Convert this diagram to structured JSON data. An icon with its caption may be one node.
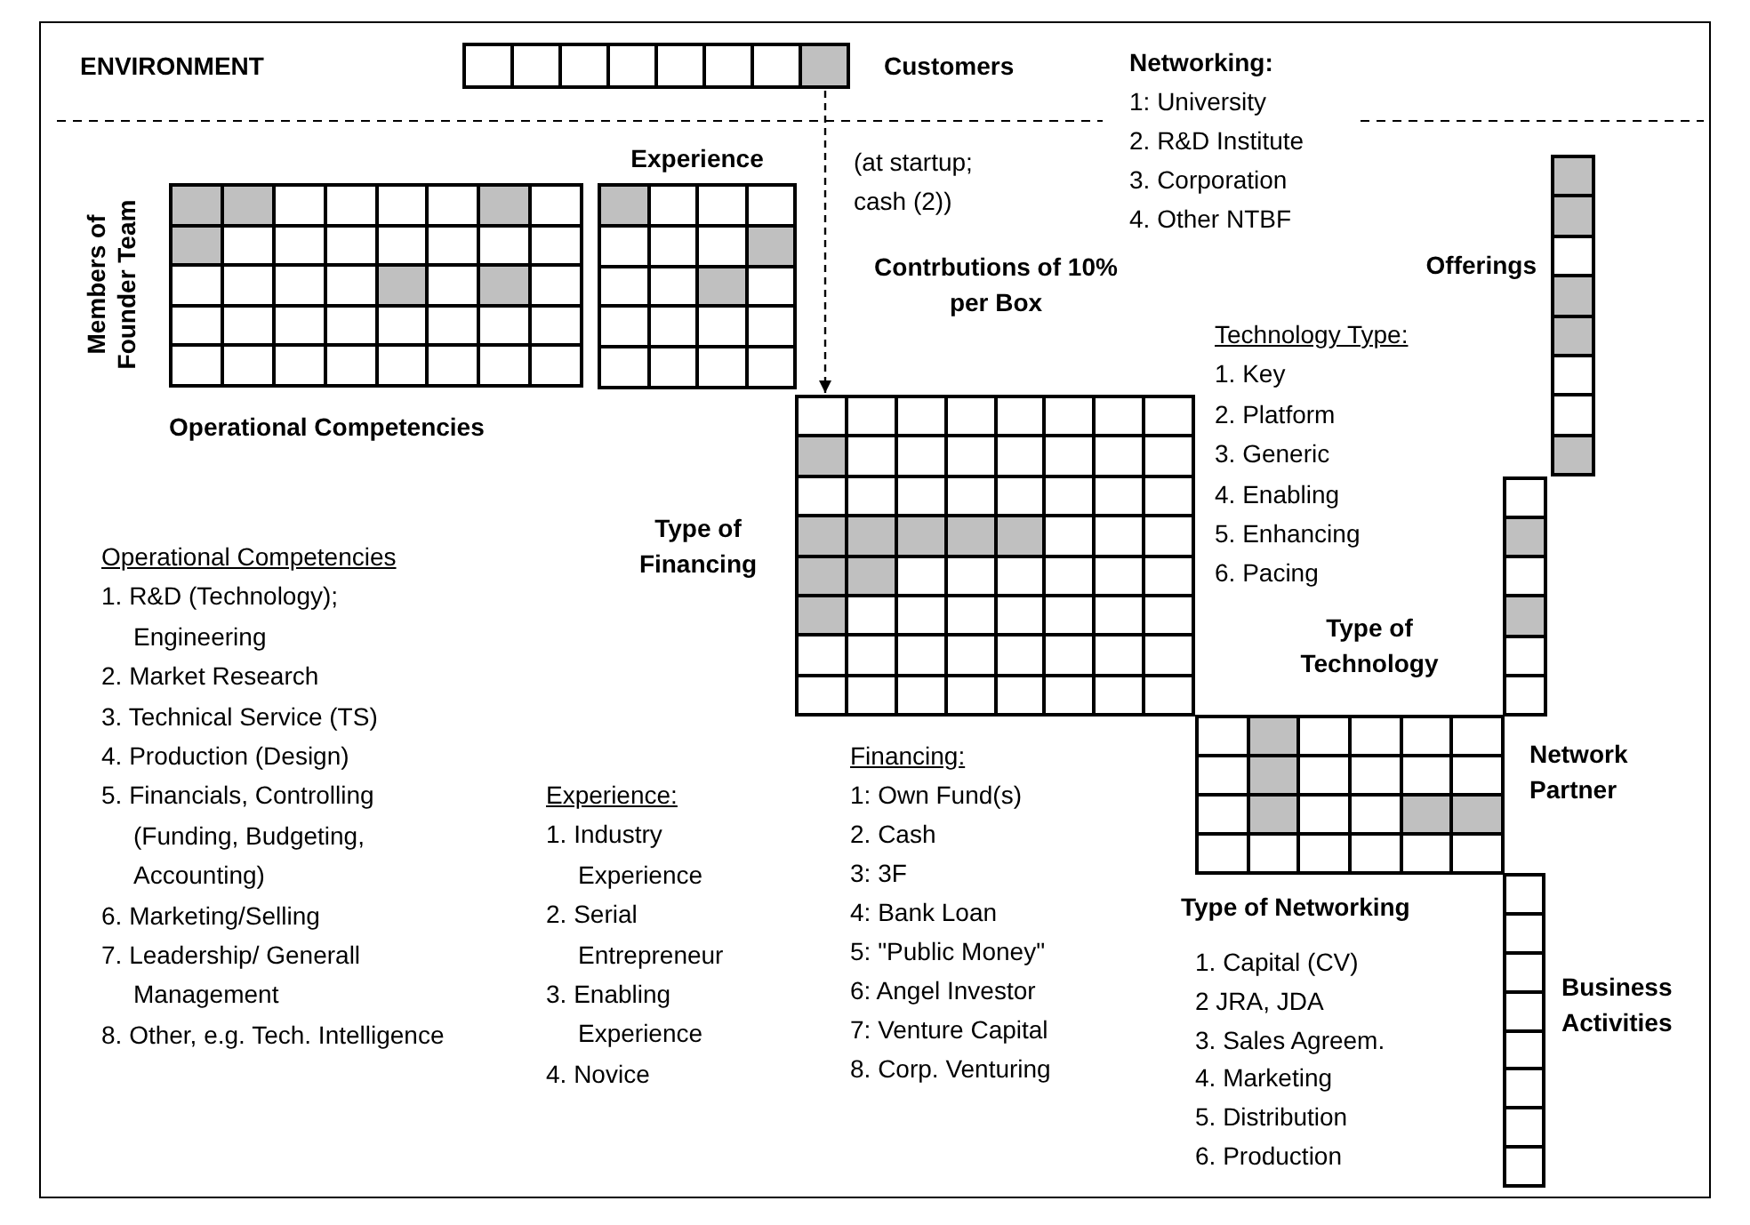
{
  "diagram": {
    "nodes": [
      {
        "text": [
          "Customers"
        ]
      },
      {
        "text": [
          "Members of Founder Team",
          "Operational Competencies"
        ]
      },
      {
        "text": [
          "Experience"
        ]
      },
      {
        "text": [
          "Contrbutions of 10% per Box",
          "Type of Financing"
        ]
      },
      {
        "text": [
          "Offerings"
        ]
      },
      {
        "text": [
          "Type of Technology"
        ]
      },
      {
        "text": [
          "Network Partner",
          "Type of Networking"
        ]
      },
      {
        "text": [
          "Business Activities"
        ]
      }
    ],
    "edges": [
      {
        "from": 0,
        "to": 3,
        "arrow": "to",
        "style": "dashed",
        "label": "(at startup; cash (2))"
      }
    ],
    "labels": [
      "ENVIRONMENT",
      "Networking:",
      "1: University",
      "2. R&D Institute",
      "3. Corporation",
      "4. Other NTBF",
      "Technology Type:",
      "1. Key",
      "2. Platform",
      "3. Generic",
      "4. Enabling",
      "5. Enhancing",
      "6. Pacing",
      "Operational Competencies",
      "1. R&D (Technology); Engineering",
      "2. Market Research",
      "3. Technical Service (TS)",
      "4. Production (Design)",
      "5. Financials, Controlling (Funding, Budgeting, Accounting)",
      "6. Marketing/Selling",
      "7. Leadership/ Generall Management",
      "8. Other, e.g. Tech. Intelligence",
      "Experience:",
      "1. Industry Experience",
      "2. Serial Entrepreneur",
      "3. Enabling Experience",
      "4. Novice",
      "Financing:",
      "1: Own Fund(s)",
      "2. Cash",
      "3: 3F",
      "4: Bank Loan",
      "5: \"Public Money\"",
      "6: Angel Investor",
      "7: Venture Capital",
      "8. Corp. Venturing",
      "1. Capital (CV)",
      "2 JRA, JDA",
      "3. Sales Agreem.",
      "4. Marketing",
      "5. Distribution",
      "6. Production"
    ]
  }
}
